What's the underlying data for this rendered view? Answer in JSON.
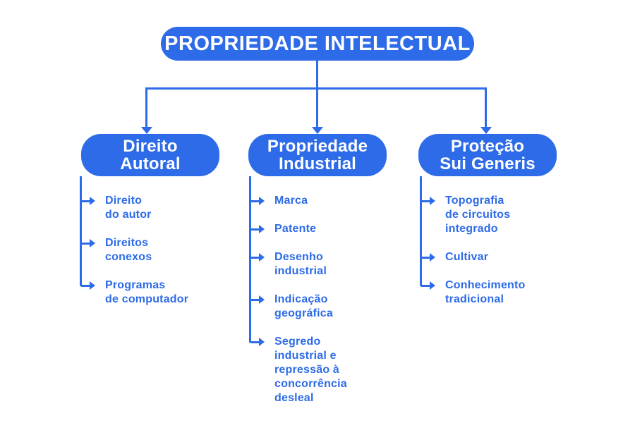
{
  "colors": {
    "accent": "#2D6BE8",
    "background": "#FFFFFF",
    "node_text": "#FFFFFF"
  },
  "diagram": {
    "title": "PROPRIEDADE INTELECTUAL"
  },
  "branches": [
    {
      "label": "Direito\nAutoral",
      "items": [
        "Direito\ndo autor",
        "Direitos\nconexos",
        "Programas\nde computador"
      ]
    },
    {
      "label": "Propriedade\nIndustrial",
      "items": [
        "Marca",
        "Patente",
        "Desenho\nindustrial",
        "Indicação\ngeográfica",
        "Segredo\nindustrial e\nrepressão à\nconcorrência\ndesleal"
      ]
    },
    {
      "label": "Proteção\nSui Generis",
      "items": [
        "Topografia\nde circuitos\nintegrado",
        "Cultivar",
        "Conhecimento\ntradicional"
      ]
    }
  ]
}
